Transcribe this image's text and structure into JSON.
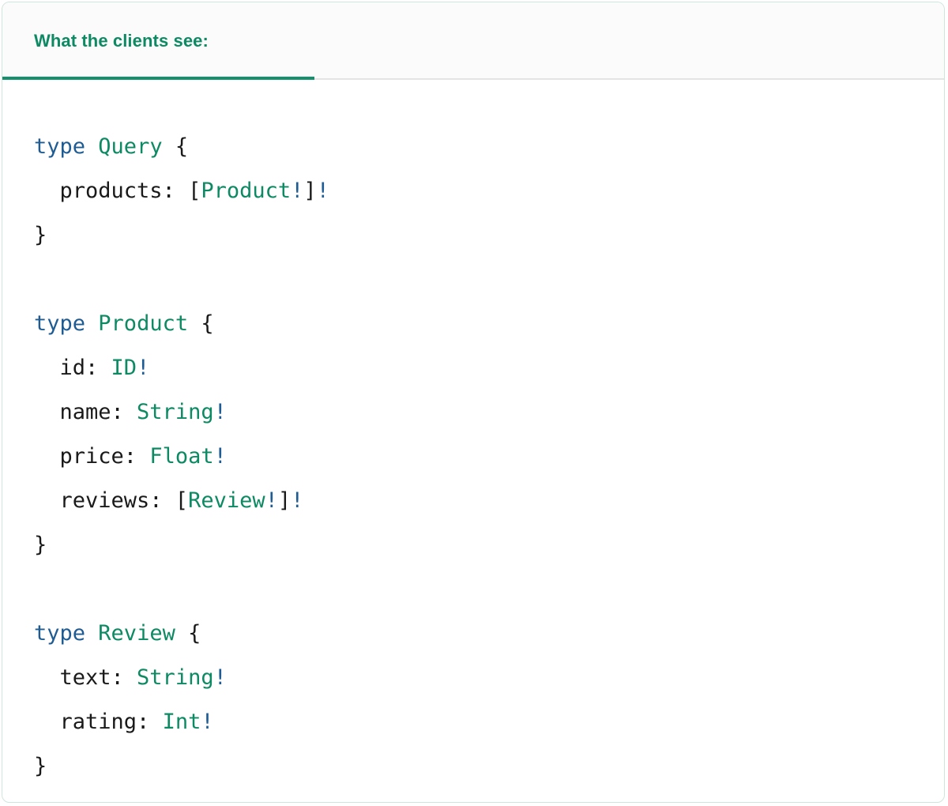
{
  "card": {
    "accent_color": "#0d8a63",
    "underline_color": "#14906c",
    "keyword_color": "#1f5c94",
    "type_color": "#0d8a63",
    "punctuation_color": "#1a1a1a",
    "border_color": "#cfe6da",
    "header_background": "#fbfbfb",
    "divider_color": "#e4e4e4"
  },
  "tabs": [
    {
      "label": "What the clients see:",
      "active": true
    }
  ],
  "code": {
    "language": "graphql",
    "raw": "type Query {\n  products: [Product!]!\n}\n\ntype Product {\n  id: ID!\n  name: String!\n  price: Float!\n  reviews: [Review!]!\n}\n\ntype Review {\n  text: String!\n  rating: Int!\n}",
    "lines": [
      {
        "id": "l1",
        "tokens": [
          {
            "t": "type",
            "c": "kw"
          },
          {
            "t": " ",
            "c": "pun"
          },
          {
            "t": "Query",
            "c": "type"
          },
          {
            "t": " {",
            "c": "pun"
          }
        ]
      },
      {
        "id": "l2",
        "tokens": [
          {
            "t": "  products: [",
            "c": "pun"
          },
          {
            "t": "Product",
            "c": "type"
          },
          {
            "t": "!",
            "c": "bang"
          },
          {
            "t": "]",
            "c": "pun"
          },
          {
            "t": "!",
            "c": "bang"
          }
        ]
      },
      {
        "id": "l3",
        "tokens": [
          {
            "t": "}",
            "c": "pun"
          }
        ]
      },
      {
        "id": "l4",
        "tokens": []
      },
      {
        "id": "l5",
        "tokens": [
          {
            "t": "type",
            "c": "kw"
          },
          {
            "t": " ",
            "c": "pun"
          },
          {
            "t": "Product",
            "c": "type"
          },
          {
            "t": " {",
            "c": "pun"
          }
        ]
      },
      {
        "id": "l6",
        "tokens": [
          {
            "t": "  id: ",
            "c": "pun"
          },
          {
            "t": "ID",
            "c": "type"
          },
          {
            "t": "!",
            "c": "bang"
          }
        ]
      },
      {
        "id": "l7",
        "tokens": [
          {
            "t": "  name: ",
            "c": "pun"
          },
          {
            "t": "String",
            "c": "type"
          },
          {
            "t": "!",
            "c": "bang"
          }
        ]
      },
      {
        "id": "l8",
        "tokens": [
          {
            "t": "  price: ",
            "c": "pun"
          },
          {
            "t": "Float",
            "c": "type"
          },
          {
            "t": "!",
            "c": "bang"
          }
        ]
      },
      {
        "id": "l9",
        "tokens": [
          {
            "t": "  reviews: [",
            "c": "pun"
          },
          {
            "t": "Review",
            "c": "type"
          },
          {
            "t": "!",
            "c": "bang"
          },
          {
            "t": "]",
            "c": "pun"
          },
          {
            "t": "!",
            "c": "bang"
          }
        ]
      },
      {
        "id": "l10",
        "tokens": [
          {
            "t": "}",
            "c": "pun"
          }
        ]
      },
      {
        "id": "l11",
        "tokens": []
      },
      {
        "id": "l12",
        "tokens": [
          {
            "t": "type",
            "c": "kw"
          },
          {
            "t": " ",
            "c": "pun"
          },
          {
            "t": "Review",
            "c": "type"
          },
          {
            "t": " {",
            "c": "pun"
          }
        ]
      },
      {
        "id": "l13",
        "tokens": [
          {
            "t": "  text: ",
            "c": "pun"
          },
          {
            "t": "String",
            "c": "type"
          },
          {
            "t": "!",
            "c": "bang"
          }
        ]
      },
      {
        "id": "l14",
        "tokens": [
          {
            "t": "  rating: ",
            "c": "pun"
          },
          {
            "t": "Int",
            "c": "type"
          },
          {
            "t": "!",
            "c": "bang"
          }
        ]
      },
      {
        "id": "l15",
        "tokens": [
          {
            "t": "}",
            "c": "pun"
          }
        ]
      }
    ]
  }
}
